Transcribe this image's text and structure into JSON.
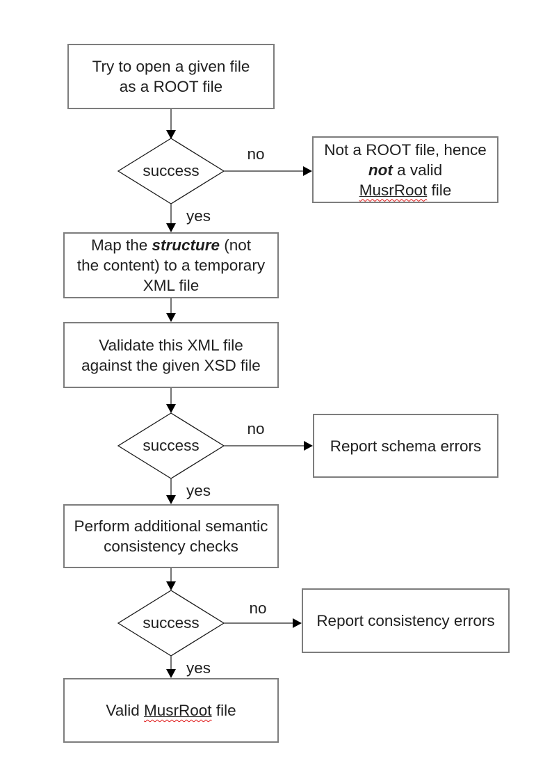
{
  "page": {
    "background": "#ffffff"
  },
  "styles": {
    "box_border_color": "#7d7d7d",
    "diamond_border_color": "#1c1c1c",
    "connector_color": "#757575",
    "arrowhead_color": "#000000",
    "text_color": "#1f1f1f",
    "spellcheck_squiggle_color": "#e01414"
  },
  "nodes": {
    "start": {
      "line1": "Try to open a given file",
      "line2": "as a ROOT file"
    },
    "decision_root": {
      "label": "success"
    },
    "not_root": {
      "line1": "Not a ROOT file, hence",
      "line2_em": "not",
      "line2_rest": " a valid",
      "line3_word": "MusrRoot",
      "line3_rest": " file"
    },
    "map_xml": {
      "line1_pre": "Map the ",
      "line1_em": "structure",
      "line1_post": " (not",
      "line2": "the content) to a temporary",
      "line3": "XML file"
    },
    "validate": {
      "line1": "Validate this XML file",
      "line2": "against the given XSD file"
    },
    "decision_schema": {
      "label": "success"
    },
    "schema_errors": {
      "text": "Report schema errors"
    },
    "semantic_checks": {
      "line1": "Perform additional semantic",
      "line2": "consistency checks"
    },
    "decision_consistency": {
      "label": "success"
    },
    "consistency_errors": {
      "text": "Report consistency errors"
    },
    "valid_file": {
      "pre": "Valid ",
      "word": "MusrRoot",
      "post": " file"
    }
  },
  "edge_labels": {
    "no": "no",
    "yes": "yes"
  }
}
